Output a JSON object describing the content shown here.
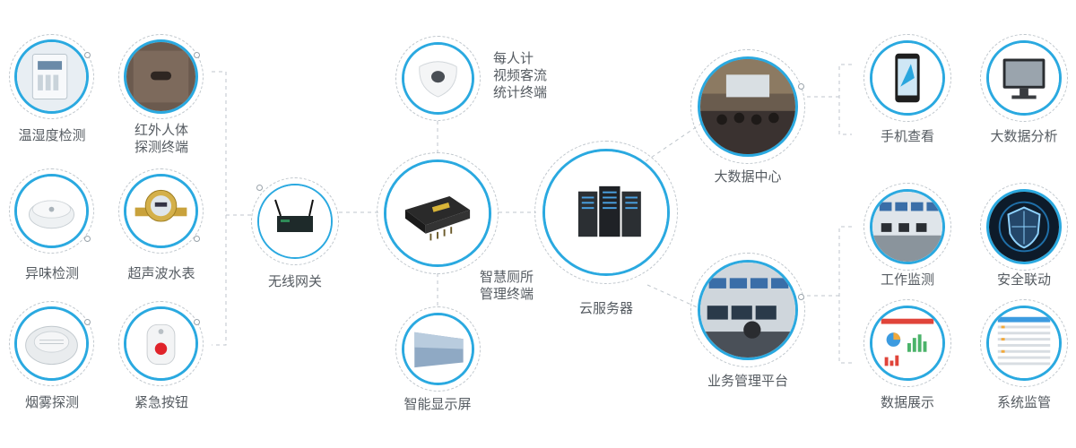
{
  "colors": {
    "accent": "#2aa9e0",
    "line": "#bfc6cc",
    "text": "#555b61"
  },
  "sensors": [
    {
      "label": "温湿度检测",
      "icon": "humidity-sensor-icon"
    },
    {
      "label": "红外人体探测终端",
      "label_lines": [
        "红外人体",
        "探测终端"
      ],
      "icon": "infrared-detector-icon"
    },
    {
      "label": "异味检测",
      "icon": "odor-sensor-icon"
    },
    {
      "label": "超声波水表",
      "icon": "water-meter-icon"
    },
    {
      "label": "烟雾探测",
      "icon": "smoke-detector-icon"
    },
    {
      "label": "紧急按钮",
      "icon": "emergency-button-icon"
    }
  ],
  "gateway": {
    "label": "无线网关",
    "icon": "wireless-gateway-icon"
  },
  "counter": {
    "label_lines": [
      "每人计",
      "视频客流",
      "统计终端"
    ],
    "icon": "people-counter-icon"
  },
  "terminal": {
    "label_lines": [
      "智慧厕所",
      "管理终端"
    ],
    "icon": "management-terminal-icon"
  },
  "display": {
    "label": "智能显示屏",
    "icon": "display-screen-icon"
  },
  "server": {
    "label": "云服务器",
    "icon": "cloud-server-icon"
  },
  "datacenter": {
    "label": "大数据中心",
    "icon": "big-data-center-icon"
  },
  "platform": {
    "label": "业务管理平台",
    "icon": "business-platform-icon"
  },
  "outputs": [
    {
      "label": "手机查看",
      "icon": "mobile-phone-icon"
    },
    {
      "label": "大数据分析",
      "icon": "monitor-icon"
    },
    {
      "label": "工作监测",
      "icon": "work-monitoring-icon"
    },
    {
      "label": "安全联动",
      "icon": "security-shield-icon"
    },
    {
      "label": "数据展示",
      "icon": "data-display-icon"
    },
    {
      "label": "系统监管",
      "icon": "system-supervision-icon"
    }
  ]
}
